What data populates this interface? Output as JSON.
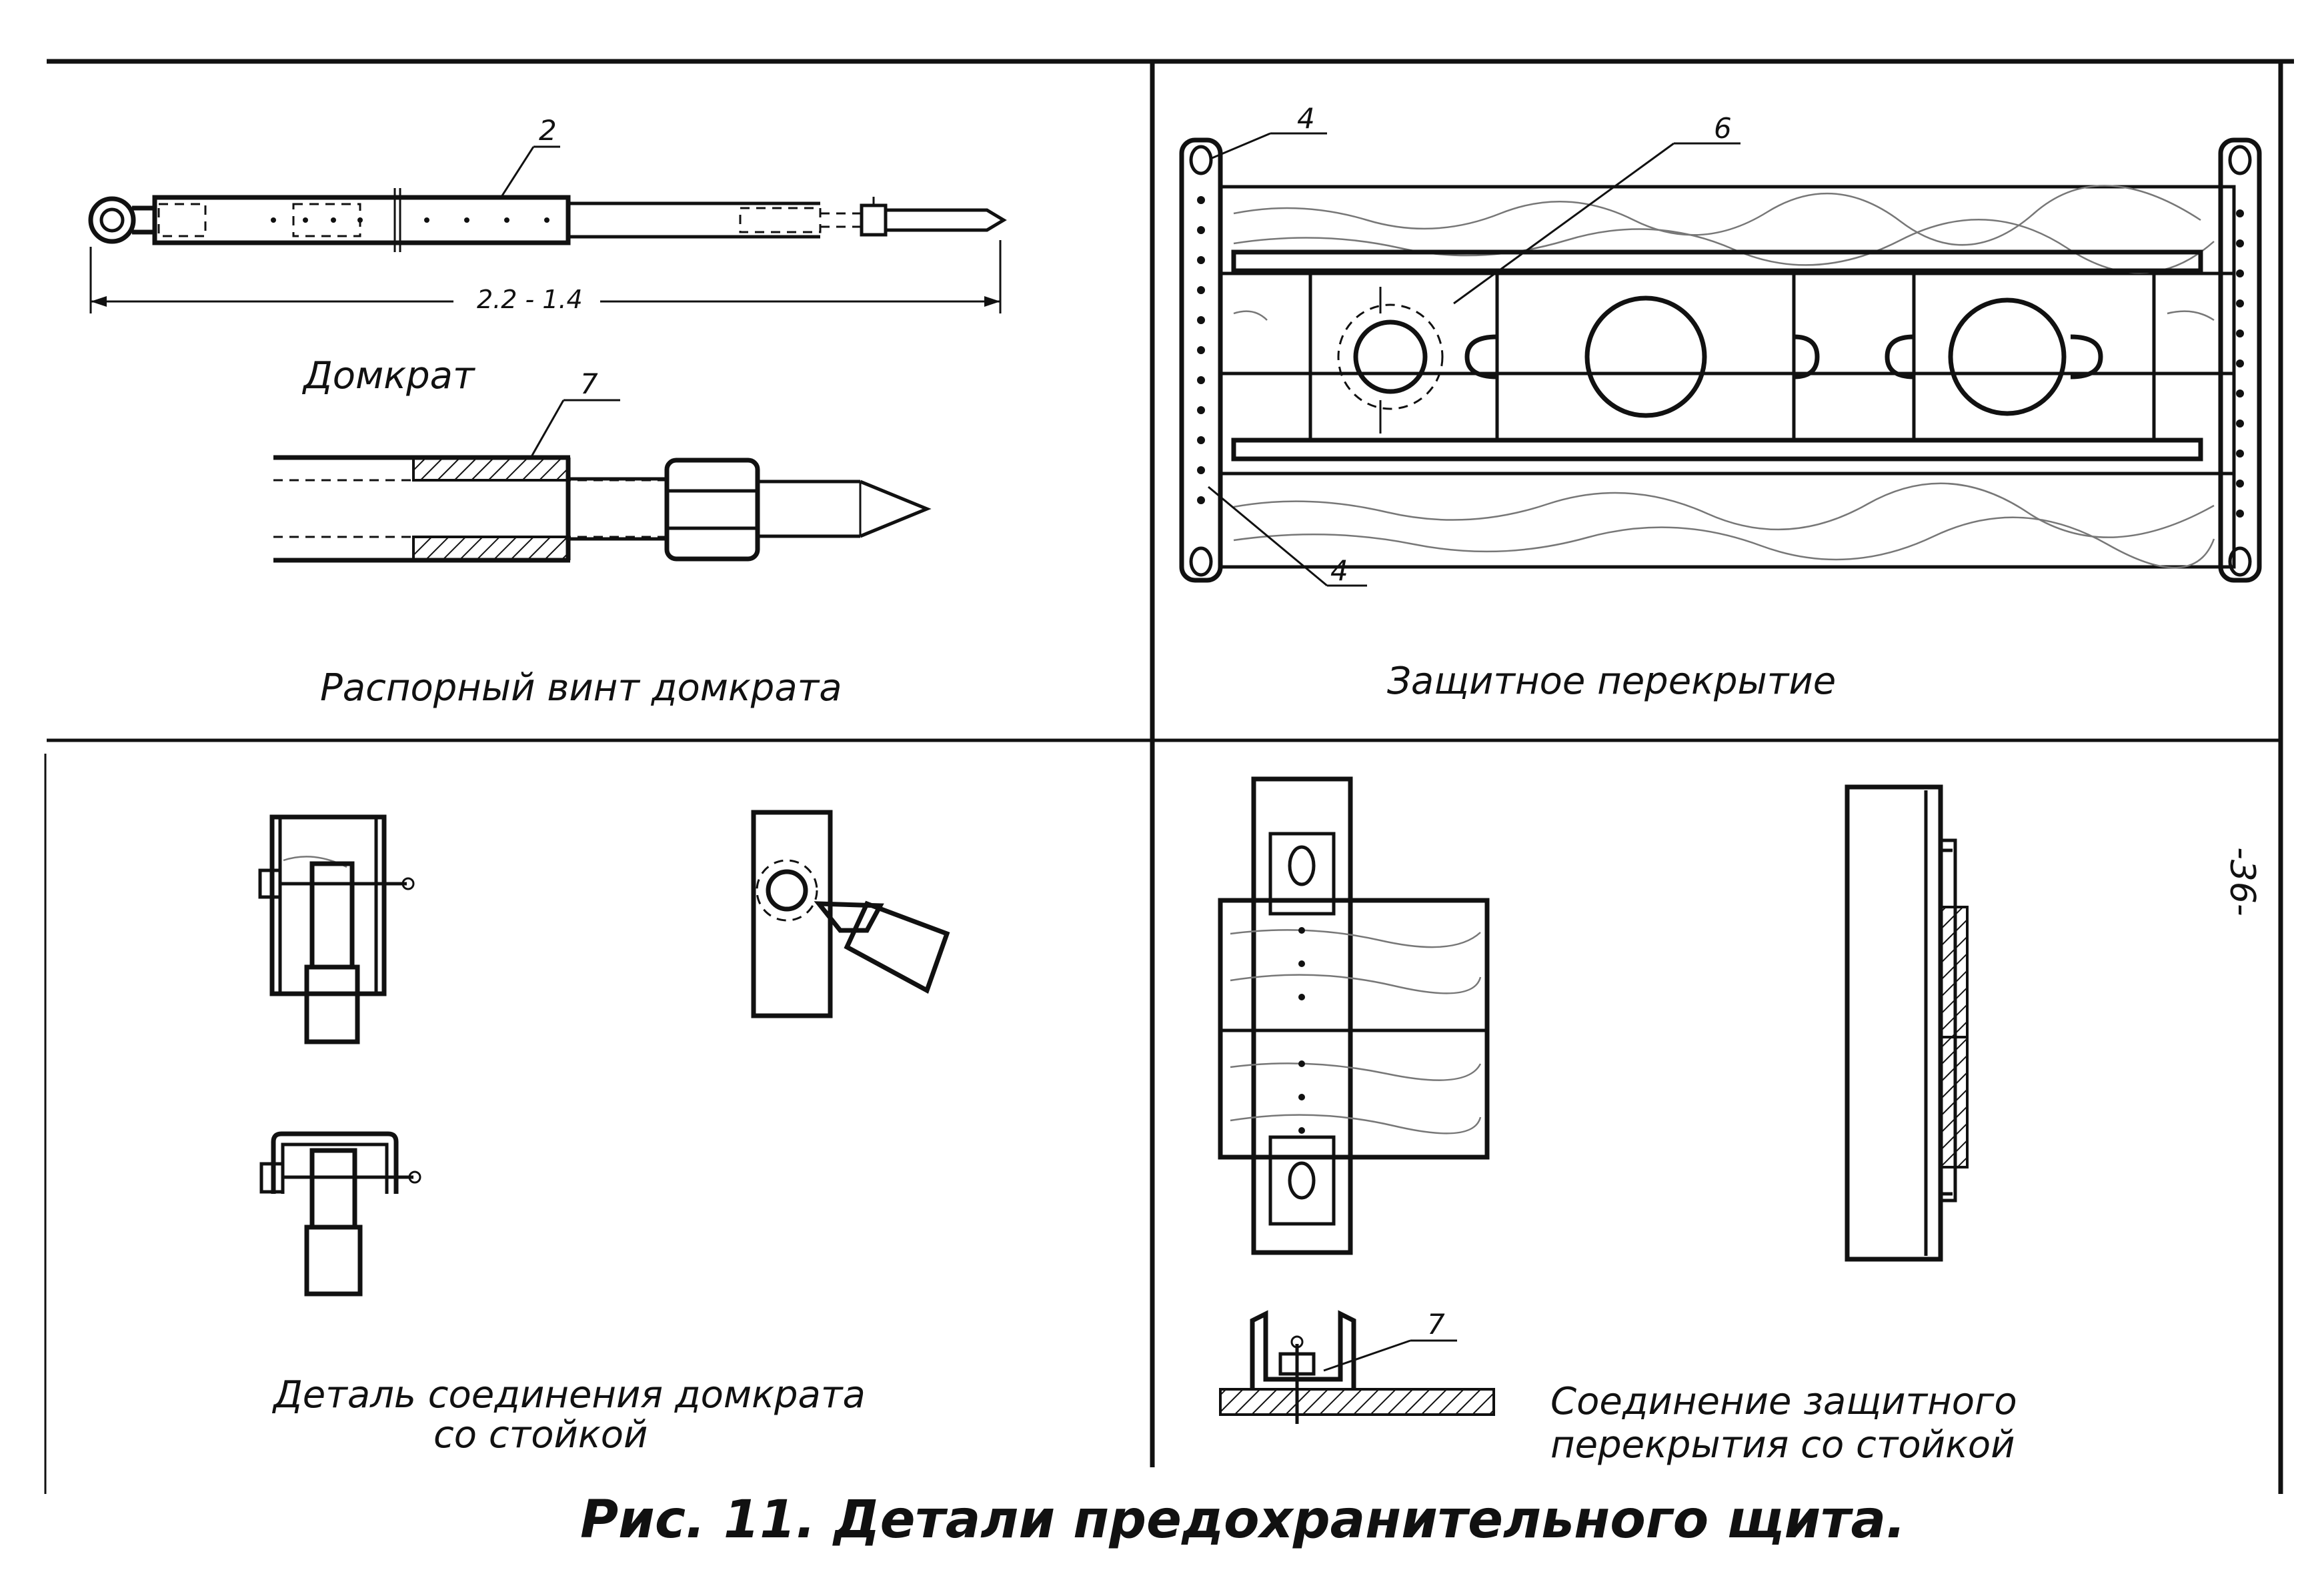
{
  "figure": {
    "caption": "Рис. 11. Детали предохранительного щита.",
    "page_number": "-36-"
  },
  "panels": {
    "jack": {
      "caption": "Домкрат",
      "dimension": "2.2 - 1.4",
      "callout": "2"
    },
    "screw": {
      "caption": "Распорный винт домкрата",
      "callout": "7"
    },
    "cover": {
      "caption": "Защитное перекрытие",
      "callout_top_left": "4",
      "callout_top": "6",
      "callout_bottom": "4"
    },
    "jack_joint": {
      "caption_line1": "Деталь соединения домкрата",
      "caption_line2": "со стойкой"
    },
    "cover_joint": {
      "caption_line1": "Соединение защитного",
      "caption_line2": "перекрытия со стойкой",
      "callout": "7"
    }
  }
}
